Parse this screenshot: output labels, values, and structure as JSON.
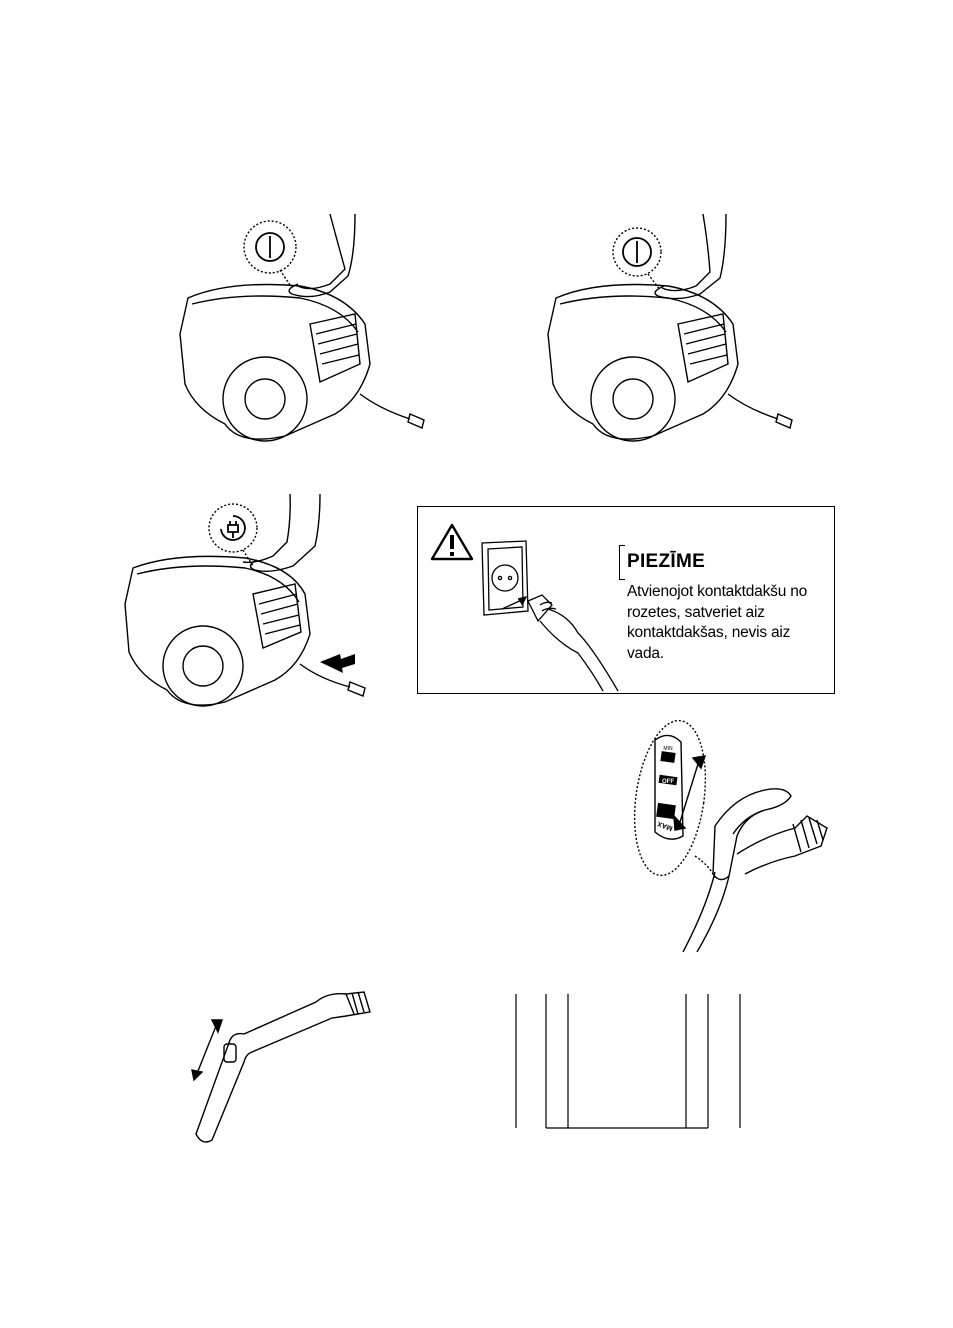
{
  "note": {
    "title": "PIEZĪME",
    "text": "Atvienojot kontaktdakšu no rozetes, satveriet aiz kontaktdakšas, nevis aiz vada."
  },
  "handle_labels": {
    "mode_off": "OFF",
    "mode_max": "MAX",
    "mode_top": "MIN"
  },
  "figures": {
    "power_button_icon": "power-icon",
    "cord_rewind_icon": "plug-rewind-icon",
    "warning_icon": "warning-triangle-icon"
  }
}
